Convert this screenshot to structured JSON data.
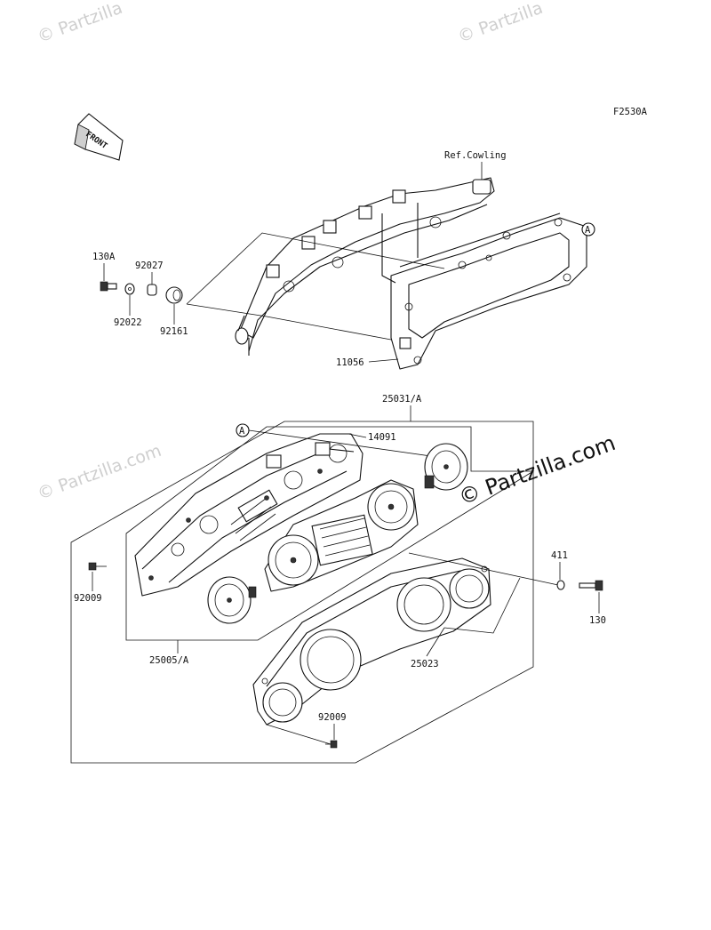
{
  "figure_code": "F2530A",
  "front_label": "FRONT",
  "watermark": {
    "text": "© Partzilla",
    "main_text": "© Partzilla.com",
    "tile_text": "© Partzilla.com"
  },
  "callouts": {
    "ref_cowling": "Ref.Cowling",
    "p130A": "130A",
    "p92027": "92027",
    "p92022": "92022",
    "p92161": "92161",
    "p11056": "11056",
    "p25031A": "25031/A",
    "p14091": "14091",
    "p92009_left": "92009",
    "p25005A": "25005/A",
    "p25023": "25023",
    "p411": "411",
    "p130": "130",
    "p92009_bottom": "92009",
    "ref_A_top": "A",
    "ref_A_mid": "A"
  },
  "colors": {
    "line": "#111111",
    "watermark": "#cfcfcf",
    "background": "#ffffff"
  }
}
